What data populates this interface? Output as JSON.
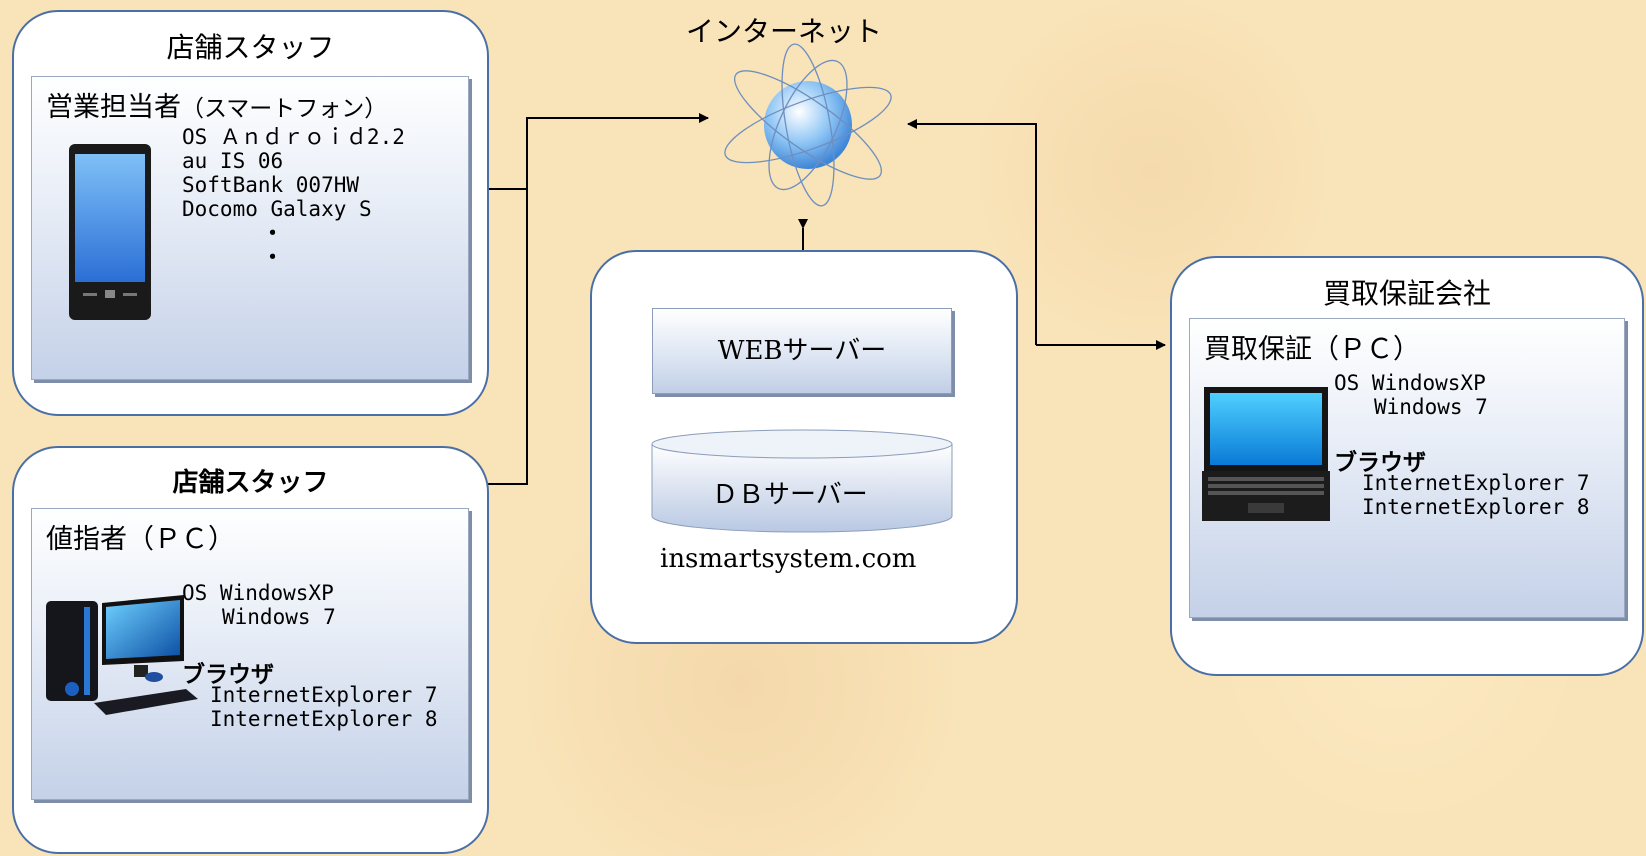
{
  "internet": {
    "label": "インターネット"
  },
  "store_mobile": {
    "group_title": "店舗スタッフ",
    "panel_title": "営業担当者",
    "panel_title_suffix": "（スマートフォン）",
    "specs": [
      "OS Ａｎｄｒｏｉｄ2.2",
      "au IS 06",
      "SoftBank 007HW",
      "Docomo Galaxy S"
    ],
    "dots": [
      "・",
      "・"
    ]
  },
  "store_pc": {
    "group_title": "店舗スタッフ",
    "panel_title": "値指者（ＰＣ）",
    "os_label": "OS WindowsXP",
    "os_alt": "Windows 7",
    "browser_label": "ブラウザ",
    "browsers": [
      "InternetExplorer 7",
      "InternetExplorer 8"
    ]
  },
  "server": {
    "web_label": "WEBサーバー",
    "db_label": "ＤＢサーバー",
    "domain": "insmartsystem.com"
  },
  "guarantor": {
    "group_title": "買取保証会社",
    "panel_title": "買取保証（ＰＣ）",
    "os_label": "OS WindowsXP",
    "os_alt": "Windows 7",
    "browser_label": "ブラウザ",
    "browsers": [
      "InternetExplorer 7",
      "InternetExplorer 8"
    ]
  },
  "colors": {
    "background": "#f9e3b8",
    "group_border": "#4a6fa5",
    "globe": "#8ec5f5",
    "screen": "#3b8ee6"
  }
}
